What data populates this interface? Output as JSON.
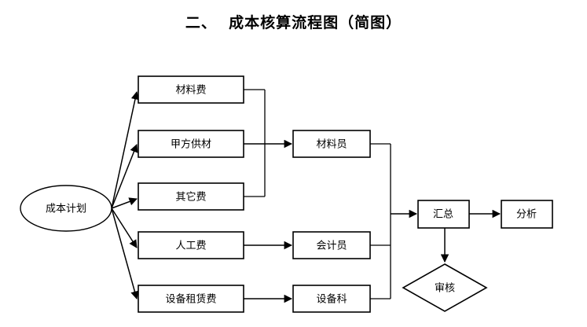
{
  "document": {
    "title": "二、  成本核算流程图（简图）"
  },
  "diagram": {
    "type": "flowchart",
    "nodes": [
      {
        "id": "cost-plan",
        "label": "成本计划",
        "shape": "ellipse"
      },
      {
        "id": "material-fee",
        "label": "材料费",
        "shape": "rect"
      },
      {
        "id": "party-a-supply",
        "label": "甲方供材",
        "shape": "rect"
      },
      {
        "id": "other-fee",
        "label": "其它费",
        "shape": "rect"
      },
      {
        "id": "labor-fee",
        "label": "人工费",
        "shape": "rect"
      },
      {
        "id": "equip-rent-fee",
        "label": "设备租赁费",
        "shape": "rect"
      },
      {
        "id": "material-clerk",
        "label": "材料员",
        "shape": "rect"
      },
      {
        "id": "accountant",
        "label": "会计员",
        "shape": "rect"
      },
      {
        "id": "equip-dept",
        "label": "设备科",
        "shape": "rect"
      },
      {
        "id": "summary",
        "label": "汇总",
        "shape": "rect"
      },
      {
        "id": "analysis",
        "label": "分析",
        "shape": "rect"
      },
      {
        "id": "review",
        "label": "审核",
        "shape": "diamond"
      }
    ],
    "edges": [
      {
        "from": "cost-plan",
        "to": "material-fee"
      },
      {
        "from": "cost-plan",
        "to": "party-a-supply"
      },
      {
        "from": "cost-plan",
        "to": "other-fee"
      },
      {
        "from": "cost-plan",
        "to": "labor-fee"
      },
      {
        "from": "cost-plan",
        "to": "equip-rent-fee"
      },
      {
        "from": "material-fee",
        "to": "material-clerk"
      },
      {
        "from": "party-a-supply",
        "to": "material-clerk"
      },
      {
        "from": "other-fee",
        "to": "material-clerk"
      },
      {
        "from": "labor-fee",
        "to": "accountant"
      },
      {
        "from": "equip-rent-fee",
        "to": "equip-dept"
      },
      {
        "from": "material-clerk",
        "to": "summary"
      },
      {
        "from": "accountant",
        "to": "summary"
      },
      {
        "from": "equip-dept",
        "to": "summary"
      },
      {
        "from": "summary",
        "to": "analysis"
      },
      {
        "from": "summary",
        "to": "review"
      }
    ],
    "colors": {
      "stroke": "#000000",
      "fill": "#ffffff",
      "text": "#000000"
    }
  }
}
